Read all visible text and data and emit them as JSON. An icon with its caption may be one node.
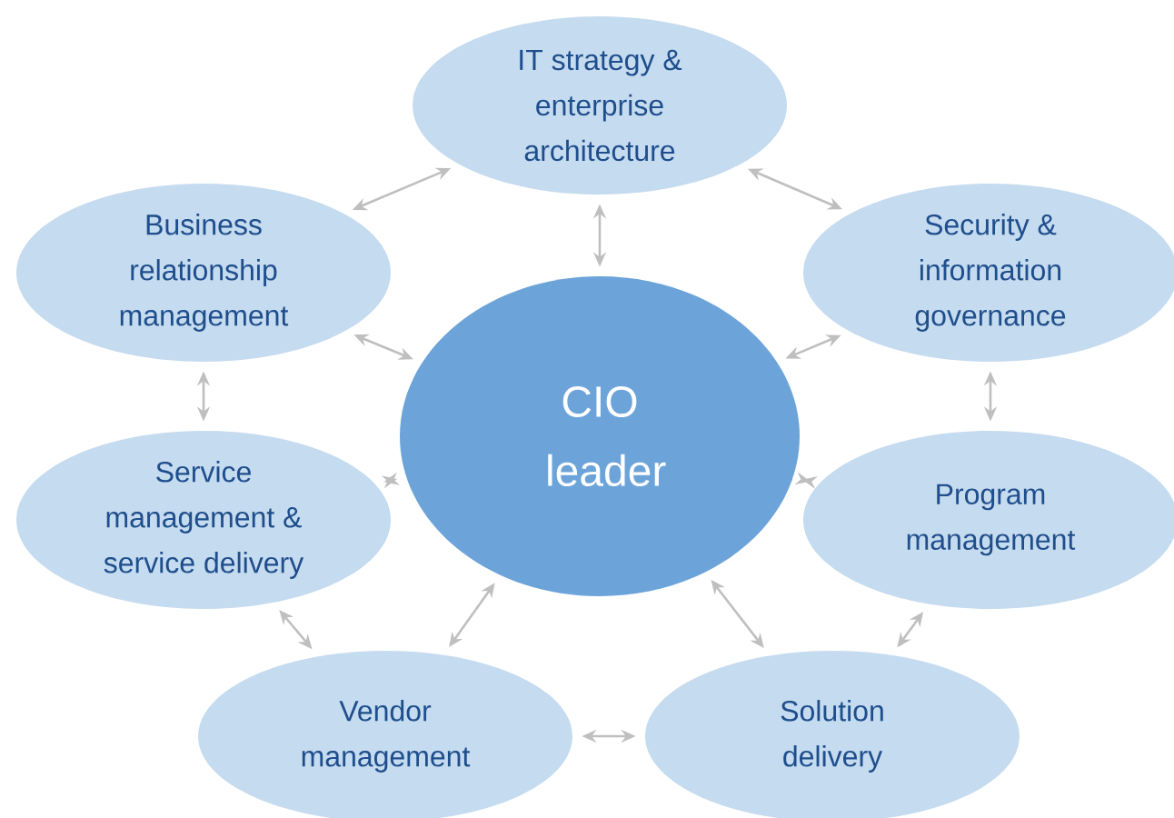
{
  "diagram": {
    "nodes": [
      {
        "text": [
          "IT strategy & enterprise architecture"
        ]
      },
      {
        "text": [
          "Business relationship management"
        ]
      },
      {
        "text": [
          "Security & information governance"
        ]
      },
      {
        "text": [
          "CIO leader"
        ]
      },
      {
        "text": [
          "Service management & service delivery"
        ]
      },
      {
        "text": [
          "Program management"
        ]
      },
      {
        "text": [
          "Vendor management"
        ]
      },
      {
        "text": [
          "Solution delivery"
        ]
      }
    ],
    "edges": [
      {
        "from": 1,
        "to": 0,
        "arrow": "both"
      },
      {
        "from": 0,
        "to": 2,
        "arrow": "both"
      },
      {
        "from": 0,
        "to": 3,
        "arrow": "both"
      },
      {
        "from": 1,
        "to": 3,
        "arrow": "both"
      },
      {
        "from": 3,
        "to": 2,
        "arrow": "both"
      },
      {
        "from": 1,
        "to": 4,
        "arrow": "both"
      },
      {
        "from": 2,
        "to": 5,
        "arrow": "both"
      },
      {
        "from": 4,
        "to": 3,
        "arrow": "both"
      },
      {
        "from": 3,
        "to": 5,
        "arrow": "both"
      },
      {
        "from": 3,
        "to": 6,
        "arrow": "both"
      },
      {
        "from": 3,
        "to": 7,
        "arrow": "both"
      },
      {
        "from": 4,
        "to": 6,
        "arrow": "both"
      },
      {
        "from": 5,
        "to": 7,
        "arrow": "both"
      },
      {
        "from": 6,
        "to": 7,
        "arrow": "both"
      }
    ]
  }
}
